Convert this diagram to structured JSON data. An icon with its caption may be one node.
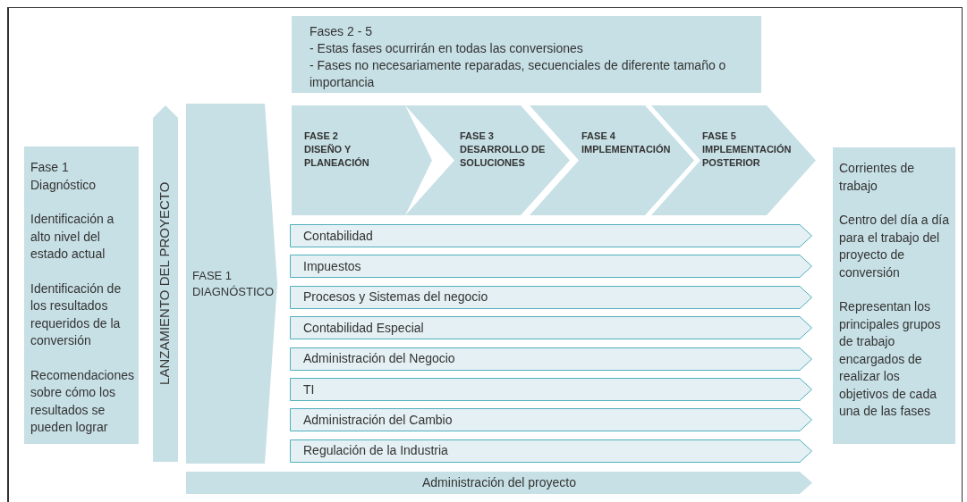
{
  "diagram": {
    "nodes": [
      {
        "text": [
          "Fases 2 - 5",
          "- Estas fases ocurrirán en todas las conversiones",
          "- Fases no necesariamente reparadas, secuenciales de diferente tamaño o importancia"
        ]
      },
      {
        "text": [
          "Fase 1 Diagnóstico",
          "Identificación a alto nivel del estado actual",
          "Identificación de los resultados requeridos de la conversión",
          "Recomendaciones sobre cómo los resultados se pueden lograr"
        ]
      },
      {
        "text": [
          "LANZAMIENTO DEL PROYECTO"
        ]
      },
      {
        "text": [
          "FASE 1 DIAGNÓSTICO"
        ]
      },
      {
        "text": [
          "FASE 2",
          "DISEÑO Y PLANEACIÓN"
        ]
      },
      {
        "text": [
          "FASE 3",
          "DESARROLLO DE SOLUCIONES"
        ]
      },
      {
        "text": [
          "FASE 4",
          "IMPLEMENTACIÓN"
        ]
      },
      {
        "text": [
          "FASE 5",
          "IMPLEMENTACIÓN POSTERIOR"
        ]
      },
      {
        "text": [
          "Contabilidad"
        ]
      },
      {
        "text": [
          "Impuestos"
        ]
      },
      {
        "text": [
          "Procesos y Sistemas del negocio"
        ]
      },
      {
        "text": [
          "Contabilidad Especial"
        ]
      },
      {
        "text": [
          "Administración del Negocio"
        ]
      },
      {
        "text": [
          "TI"
        ]
      },
      {
        "text": [
          "Administración del Cambio"
        ]
      },
      {
        "text": [
          "Regulación de la Industria"
        ]
      },
      {
        "text": [
          "Corrientes de trabajo",
          "Centro del día a día para el trabajo del proyecto de conversión",
          "Representan los principales grupos de trabajo encargados de realizar los objetivos de cada una de las fases"
        ]
      },
      {
        "text": [
          "Administración del proyecto"
        ]
      }
    ]
  }
}
